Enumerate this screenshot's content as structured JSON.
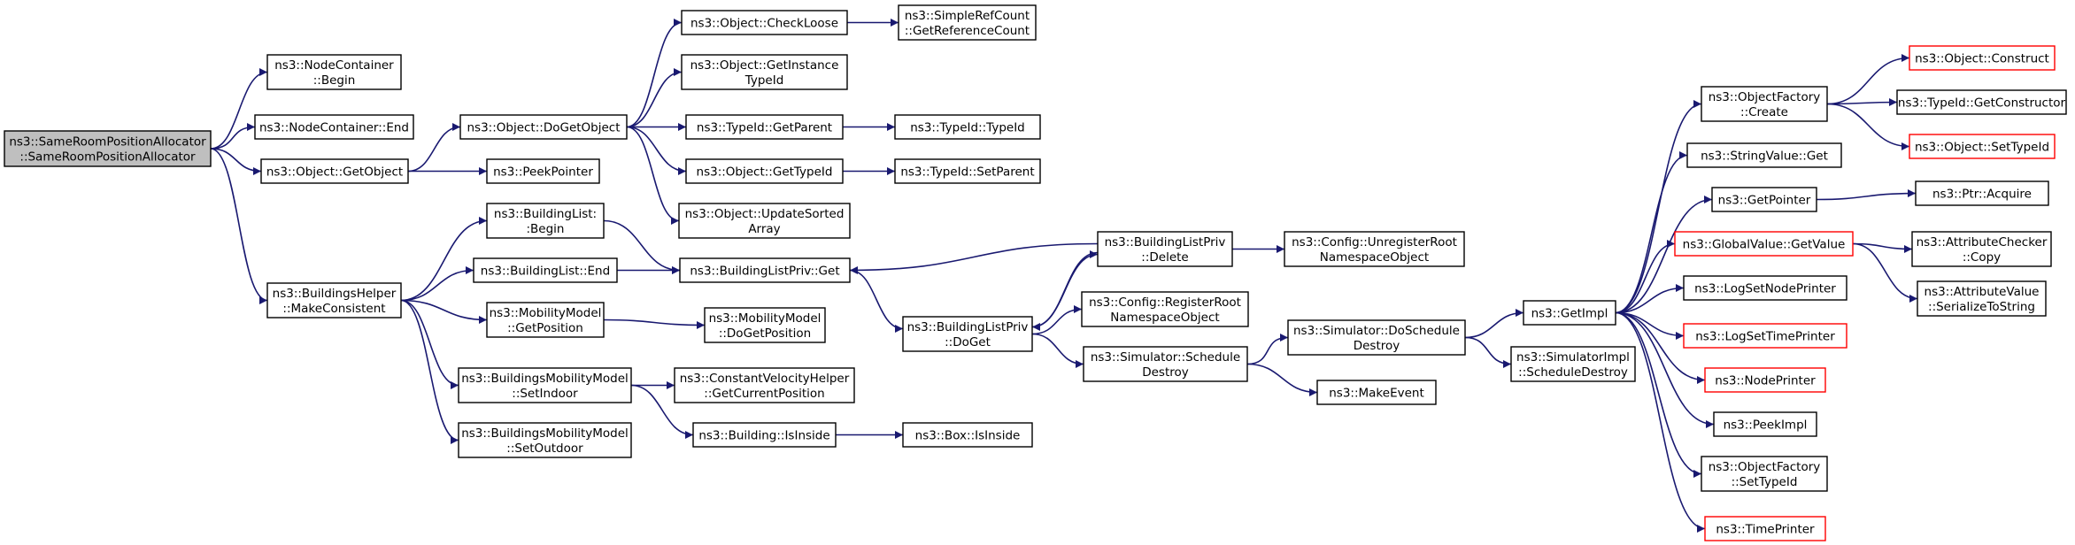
{
  "colors": {
    "edge": "#191970",
    "node_border": "#000000",
    "node_border_truncated": "#ff0000",
    "node_fill": "#ffffff",
    "root_fill": "#bfbfbf"
  },
  "nodes": [
    {
      "id": "root",
      "lines": [
        "ns3::SameRoomPositionAllocator",
        "::SameRoomPositionAllocator"
      ],
      "style": "root"
    },
    {
      "id": "nc_begin",
      "lines": [
        "ns3::NodeContainer",
        "::Begin"
      ],
      "style": "normal"
    },
    {
      "id": "nc_end",
      "lines": [
        "ns3::NodeContainer::End"
      ],
      "style": "normal"
    },
    {
      "id": "obj_getobject",
      "lines": [
        "ns3::Object::GetObject"
      ],
      "style": "normal"
    },
    {
      "id": "bh_makeconsistent",
      "lines": [
        "ns3::BuildingsHelper",
        "::MakeConsistent"
      ],
      "style": "normal"
    },
    {
      "id": "obj_dogetobject",
      "lines": [
        "ns3::Object::DoGetObject"
      ],
      "style": "normal"
    },
    {
      "id": "peekpointer",
      "lines": [
        "ns3::PeekPointer"
      ],
      "style": "normal"
    },
    {
      "id": "obj_checkloose",
      "lines": [
        "ns3::Object::CheckLoose"
      ],
      "style": "normal"
    },
    {
      "id": "obj_getinstancetypeid",
      "lines": [
        "ns3::Object::GetInstance",
        "TypeId"
      ],
      "style": "normal"
    },
    {
      "id": "typeid_getparent",
      "lines": [
        "ns3::TypeId::GetParent"
      ],
      "style": "normal"
    },
    {
      "id": "obj_gettypeid",
      "lines": [
        "ns3::Object::GetTypeId"
      ],
      "style": "normal"
    },
    {
      "id": "obj_updatesorted",
      "lines": [
        "ns3::Object::UpdateSorted",
        "Array"
      ],
      "style": "normal"
    },
    {
      "id": "simplerefcount",
      "lines": [
        "ns3::SimpleRefCount",
        "::GetReferenceCount"
      ],
      "style": "normal"
    },
    {
      "id": "typeid_typeid",
      "lines": [
        "ns3::TypeId::TypeId"
      ],
      "style": "normal"
    },
    {
      "id": "typeid_setparent",
      "lines": [
        "ns3::TypeId::SetParent"
      ],
      "style": "normal"
    },
    {
      "id": "bl_begin",
      "lines": [
        "ns3::BuildingList:",
        ":Begin"
      ],
      "style": "normal"
    },
    {
      "id": "bl_end",
      "lines": [
        "ns3::BuildingList::End"
      ],
      "style": "normal"
    },
    {
      "id": "mm_getposition",
      "lines": [
        "ns3::MobilityModel",
        "::GetPosition"
      ],
      "style": "normal"
    },
    {
      "id": "bmm_setindoor",
      "lines": [
        "ns3::BuildingsMobilityModel",
        "::SetIndoor"
      ],
      "style": "normal"
    },
    {
      "id": "bmm_setoutdoor",
      "lines": [
        "ns3::BuildingsMobilityModel",
        "::SetOutdoor"
      ],
      "style": "normal"
    },
    {
      "id": "blp_get",
      "lines": [
        "ns3::BuildingListPriv::Get"
      ],
      "style": "normal"
    },
    {
      "id": "mm_dogetposition",
      "lines": [
        "ns3::MobilityModel",
        "::DoGetPosition"
      ],
      "style": "normal"
    },
    {
      "id": "cvh_getcurrentposition",
      "lines": [
        "ns3::ConstantVelocityHelper",
        "::GetCurrentPosition"
      ],
      "style": "normal"
    },
    {
      "id": "building_isinside",
      "lines": [
        "ns3::Building::IsInside"
      ],
      "style": "normal"
    },
    {
      "id": "box_isinside",
      "lines": [
        "ns3::Box::IsInside"
      ],
      "style": "normal"
    },
    {
      "id": "blp_doget",
      "lines": [
        "ns3::BuildingListPriv",
        "::DoGet"
      ],
      "style": "normal"
    },
    {
      "id": "blp_delete",
      "lines": [
        "ns3::BuildingListPriv",
        "::Delete"
      ],
      "style": "normal"
    },
    {
      "id": "cfg_unregister",
      "lines": [
        "ns3::Config::UnregisterRoot",
        "NamespaceObject"
      ],
      "style": "normal"
    },
    {
      "id": "cfg_register",
      "lines": [
        "ns3::Config::RegisterRoot",
        "NamespaceObject"
      ],
      "style": "normal"
    },
    {
      "id": "sim_scheduledestroy",
      "lines": [
        "ns3::Simulator::Schedule",
        "Destroy"
      ],
      "style": "normal"
    },
    {
      "id": "sim_doscheduledestroy",
      "lines": [
        "ns3::Simulator::DoSchedule",
        "Destroy"
      ],
      "style": "normal"
    },
    {
      "id": "makeevent",
      "lines": [
        "ns3::MakeEvent"
      ],
      "style": "normal"
    },
    {
      "id": "getimpl",
      "lines": [
        "ns3::GetImpl"
      ],
      "style": "normal"
    },
    {
      "id": "simimpl_scheduledestroy",
      "lines": [
        "ns3::SimulatorImpl",
        "::ScheduleDestroy"
      ],
      "style": "normal"
    },
    {
      "id": "of_create",
      "lines": [
        "ns3::ObjectFactory",
        "::Create"
      ],
      "style": "normal"
    },
    {
      "id": "stringvalue_get",
      "lines": [
        "ns3::StringValue::Get"
      ],
      "style": "normal"
    },
    {
      "id": "getpointer",
      "lines": [
        "ns3::GetPointer"
      ],
      "style": "normal"
    },
    {
      "id": "gv_getvalue",
      "lines": [
        "ns3::GlobalValue::GetValue"
      ],
      "style": "truncated"
    },
    {
      "id": "logsetnodeprinter",
      "lines": [
        "ns3::LogSetNodePrinter"
      ],
      "style": "normal"
    },
    {
      "id": "logsettimeprinter",
      "lines": [
        "ns3::LogSetTimePrinter"
      ],
      "style": "truncated"
    },
    {
      "id": "nodeprinter",
      "lines": [
        "ns3::NodePrinter"
      ],
      "style": "truncated"
    },
    {
      "id": "peekimpl",
      "lines": [
        "ns3::PeekImpl"
      ],
      "style": "normal"
    },
    {
      "id": "of_settypeid",
      "lines": [
        "ns3::ObjectFactory",
        "::SetTypeId"
      ],
      "style": "normal"
    },
    {
      "id": "timeprinter",
      "lines": [
        "ns3::TimePrinter"
      ],
      "style": "truncated"
    },
    {
      "id": "obj_construct",
      "lines": [
        "ns3::Object::Construct"
      ],
      "style": "truncated"
    },
    {
      "id": "typeid_getconstructor",
      "lines": [
        "ns3::TypeId::GetConstructor"
      ],
      "style": "normal"
    },
    {
      "id": "obj_settypeid",
      "lines": [
        "ns3::Object::SetTypeId"
      ],
      "style": "truncated"
    },
    {
      "id": "ptr_acquire",
      "lines": [
        "ns3::Ptr::Acquire"
      ],
      "style": "normal"
    },
    {
      "id": "attributechecker_copy",
      "lines": [
        "ns3::AttributeChecker",
        "::Copy"
      ],
      "style": "normal"
    },
    {
      "id": "attributevalue_serialize",
      "lines": [
        "ns3::AttributeValue",
        "::SerializeToString"
      ],
      "style": "normal"
    }
  ],
  "edges": [
    [
      "root",
      "nc_begin"
    ],
    [
      "root",
      "nc_end"
    ],
    [
      "root",
      "obj_getobject"
    ],
    [
      "root",
      "bh_makeconsistent"
    ],
    [
      "obj_getobject",
      "obj_dogetobject"
    ],
    [
      "obj_getobject",
      "peekpointer"
    ],
    [
      "obj_dogetobject",
      "obj_checkloose"
    ],
    [
      "obj_dogetobject",
      "obj_getinstancetypeid"
    ],
    [
      "obj_dogetobject",
      "typeid_getparent"
    ],
    [
      "obj_dogetobject",
      "obj_gettypeid"
    ],
    [
      "obj_dogetobject",
      "obj_updatesorted"
    ],
    [
      "obj_checkloose",
      "simplerefcount"
    ],
    [
      "typeid_getparent",
      "typeid_typeid"
    ],
    [
      "obj_gettypeid",
      "typeid_setparent"
    ],
    [
      "bh_makeconsistent",
      "bl_begin"
    ],
    [
      "bh_makeconsistent",
      "bl_end"
    ],
    [
      "bh_makeconsistent",
      "mm_getposition"
    ],
    [
      "bh_makeconsistent",
      "bmm_setindoor"
    ],
    [
      "bh_makeconsistent",
      "bmm_setoutdoor"
    ],
    [
      "bl_begin",
      "blp_get"
    ],
    [
      "bl_end",
      "blp_get"
    ],
    [
      "mm_getposition",
      "mm_dogetposition"
    ],
    [
      "bmm_setindoor",
      "cvh_getcurrentposition"
    ],
    [
      "bmm_setindoor",
      "building_isinside"
    ],
    [
      "building_isinside",
      "box_isinside"
    ],
    [
      "blp_get",
      "blp_doget"
    ],
    [
      "blp_delete",
      "blp_get"
    ],
    [
      "blp_doget",
      "blp_delete"
    ],
    [
      "blp_delete",
      "blp_doget"
    ],
    [
      "blp_delete",
      "cfg_unregister"
    ],
    [
      "blp_doget",
      "cfg_register"
    ],
    [
      "blp_doget",
      "sim_scheduledestroy"
    ],
    [
      "sim_scheduledestroy",
      "sim_doscheduledestroy"
    ],
    [
      "sim_scheduledestroy",
      "makeevent"
    ],
    [
      "sim_doscheduledestroy",
      "getimpl"
    ],
    [
      "sim_doscheduledestroy",
      "simimpl_scheduledestroy"
    ],
    [
      "getimpl",
      "of_create"
    ],
    [
      "getimpl",
      "stringvalue_get"
    ],
    [
      "getimpl",
      "getpointer"
    ],
    [
      "getimpl",
      "gv_getvalue"
    ],
    [
      "getimpl",
      "logsetnodeprinter"
    ],
    [
      "getimpl",
      "logsettimeprinter"
    ],
    [
      "getimpl",
      "nodeprinter"
    ],
    [
      "getimpl",
      "peekimpl"
    ],
    [
      "getimpl",
      "of_settypeid"
    ],
    [
      "getimpl",
      "timeprinter"
    ],
    [
      "of_create",
      "obj_construct"
    ],
    [
      "of_create",
      "typeid_getconstructor"
    ],
    [
      "of_create",
      "obj_settypeid"
    ],
    [
      "getpointer",
      "ptr_acquire"
    ],
    [
      "gv_getvalue",
      "attributechecker_copy"
    ],
    [
      "gv_getvalue",
      "attributevalue_serialize"
    ]
  ]
}
